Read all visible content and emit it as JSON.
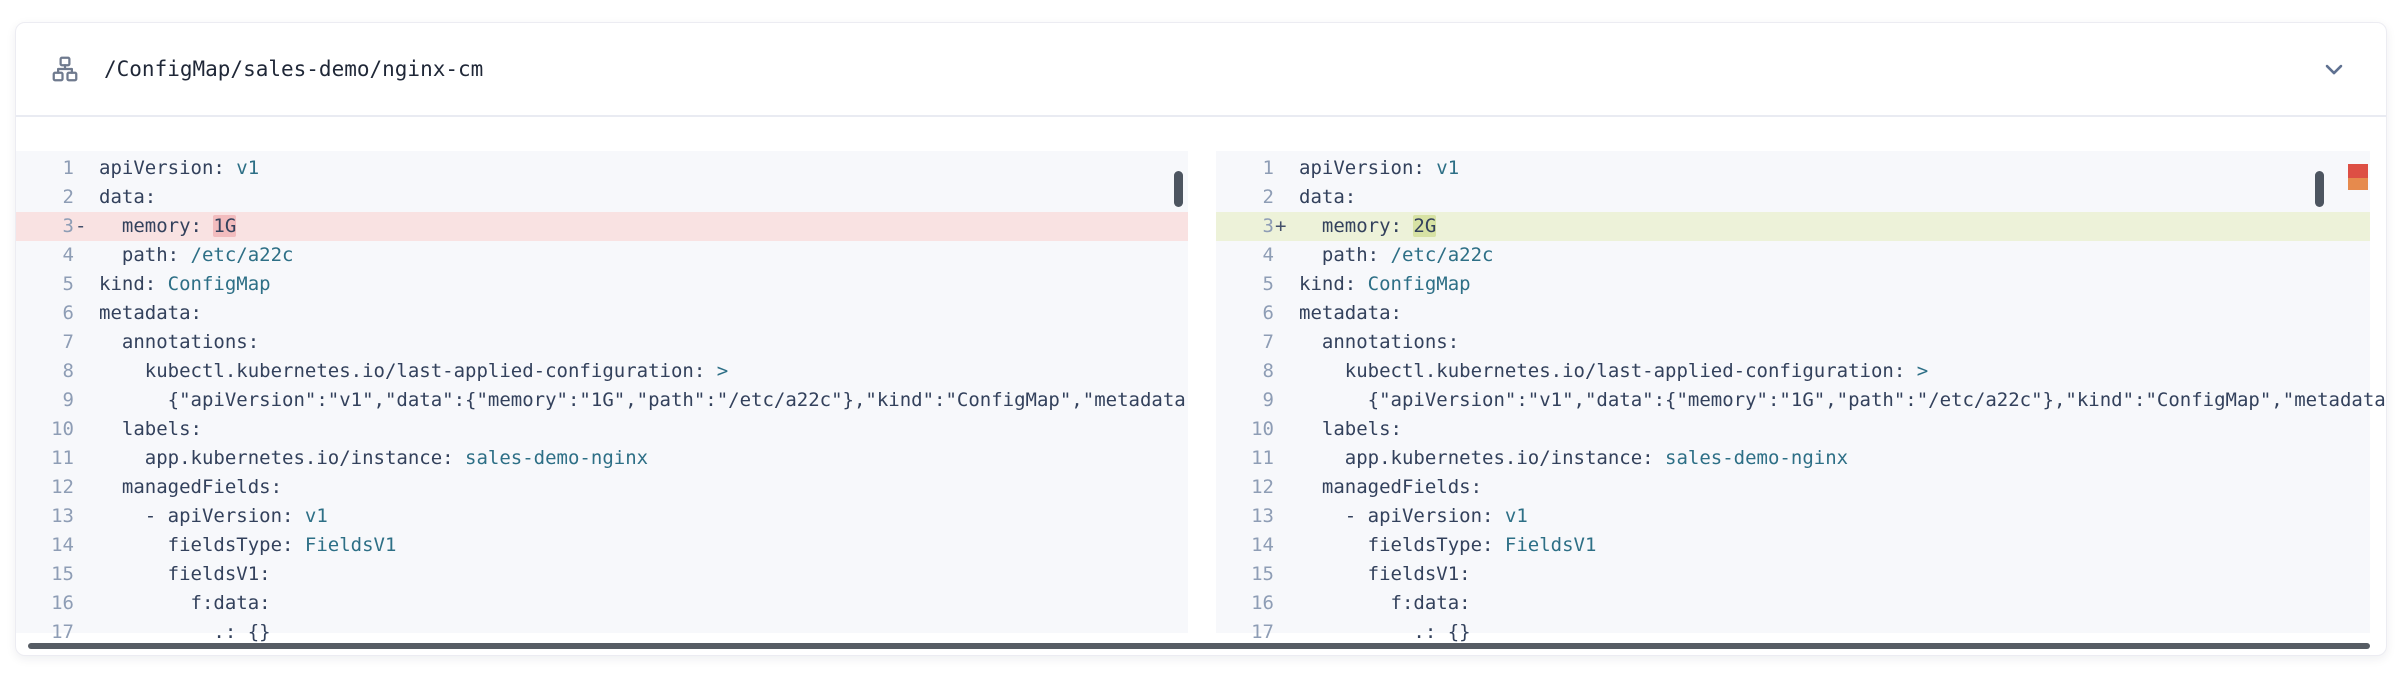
{
  "header": {
    "title": "/ConfigMap/sales-demo/nginx-cm"
  },
  "icons": {
    "resource": "sitemap-icon",
    "collapse": "chevron-down-icon"
  },
  "colors": {
    "deleted_row_bg": "#f9e2e2",
    "deleted_token_bg": "#f2bcbe",
    "added_row_bg": "#edf2d9",
    "added_token_bg": "#d7e2a4",
    "pane_bg": "#f7f8fb",
    "scroll_mark_red": "#dd4f44",
    "scroll_mark_orange": "#e68a4d"
  },
  "diff": {
    "panes": [
      {
        "side": "left",
        "lines": [
          {
            "n": "1",
            "m": "",
            "t": "n",
            "s": [
              [
                "apiVersion: ",
                "k"
              ],
              [
                "v1",
                "v"
              ]
            ]
          },
          {
            "n": "2",
            "m": "",
            "t": "n",
            "s": [
              [
                "data:",
                "k"
              ]
            ]
          },
          {
            "n": "3",
            "m": "-",
            "t": "del",
            "s": [
              [
                "  memory: ",
                "k"
              ],
              [
                "1G",
                "tok"
              ]
            ]
          },
          {
            "n": "4",
            "m": "",
            "t": "n",
            "s": [
              [
                "  path: ",
                "k"
              ],
              [
                "/etc/a22c",
                "v"
              ]
            ]
          },
          {
            "n": "5",
            "m": "",
            "t": "n",
            "s": [
              [
                "kind: ",
                "k"
              ],
              [
                "ConfigMap",
                "v"
              ]
            ]
          },
          {
            "n": "6",
            "m": "",
            "t": "n",
            "s": [
              [
                "metadata:",
                "k"
              ]
            ]
          },
          {
            "n": "7",
            "m": "",
            "t": "n",
            "s": [
              [
                "  annotations:",
                "k"
              ]
            ]
          },
          {
            "n": "8",
            "m": "",
            "t": "n",
            "s": [
              [
                "    kubectl.kubernetes.io/last-applied-configuration: ",
                "k"
              ],
              [
                ">",
                "v"
              ]
            ]
          },
          {
            "n": "9",
            "m": "",
            "t": "n",
            "s": [
              [
                "      {\"apiVersion\":\"v1\",\"data\":{\"memory\":\"1G\",\"path\":\"/etc/a22c\"},\"kind\":\"ConfigMap\",\"metadata",
                "k"
              ]
            ]
          },
          {
            "n": "10",
            "m": "",
            "t": "n",
            "s": [
              [
                "  labels:",
                "k"
              ]
            ]
          },
          {
            "n": "11",
            "m": "",
            "t": "n",
            "s": [
              [
                "    app.kubernetes.io/instance: ",
                "k"
              ],
              [
                "sales-demo-nginx",
                "v"
              ]
            ]
          },
          {
            "n": "12",
            "m": "",
            "t": "n",
            "s": [
              [
                "  managedFields:",
                "k"
              ]
            ]
          },
          {
            "n": "13",
            "m": "",
            "t": "n",
            "s": [
              [
                "    - apiVersion: ",
                "k"
              ],
              [
                "v1",
                "v"
              ]
            ]
          },
          {
            "n": "14",
            "m": "",
            "t": "n",
            "s": [
              [
                "      fieldsType: ",
                "k"
              ],
              [
                "FieldsV1",
                "v"
              ]
            ]
          },
          {
            "n": "15",
            "m": "",
            "t": "n",
            "s": [
              [
                "      fieldsV1:",
                "k"
              ]
            ]
          },
          {
            "n": "16",
            "m": "",
            "t": "n",
            "s": [
              [
                "        f:data:",
                "k"
              ]
            ]
          },
          {
            "n": "17",
            "m": "",
            "t": "n",
            "s": [
              [
                "          .: {}",
                "k"
              ]
            ]
          }
        ]
      },
      {
        "side": "right",
        "lines": [
          {
            "n": "1",
            "m": "",
            "t": "n",
            "s": [
              [
                "apiVersion: ",
                "k"
              ],
              [
                "v1",
                "v"
              ]
            ]
          },
          {
            "n": "2",
            "m": "",
            "t": "n",
            "s": [
              [
                "data:",
                "k"
              ]
            ]
          },
          {
            "n": "3",
            "m": "+",
            "t": "add",
            "s": [
              [
                "  memory: ",
                "k"
              ],
              [
                "2G",
                "tok"
              ]
            ]
          },
          {
            "n": "4",
            "m": "",
            "t": "n",
            "s": [
              [
                "  path: ",
                "k"
              ],
              [
                "/etc/a22c",
                "v"
              ]
            ]
          },
          {
            "n": "5",
            "m": "",
            "t": "n",
            "s": [
              [
                "kind: ",
                "k"
              ],
              [
                "ConfigMap",
                "v"
              ]
            ]
          },
          {
            "n": "6",
            "m": "",
            "t": "n",
            "s": [
              [
                "metadata:",
                "k"
              ]
            ]
          },
          {
            "n": "7",
            "m": "",
            "t": "n",
            "s": [
              [
                "  annotations:",
                "k"
              ]
            ]
          },
          {
            "n": "8",
            "m": "",
            "t": "n",
            "s": [
              [
                "    kubectl.kubernetes.io/last-applied-configuration: ",
                "k"
              ],
              [
                ">",
                "v"
              ]
            ]
          },
          {
            "n": "9",
            "m": "",
            "t": "n",
            "s": [
              [
                "      {\"apiVersion\":\"v1\",\"data\":{\"memory\":\"1G\",\"path\":\"/etc/a22c\"},\"kind\":\"ConfigMap\",\"metadata",
                "k"
              ]
            ]
          },
          {
            "n": "10",
            "m": "",
            "t": "n",
            "s": [
              [
                "  labels:",
                "k"
              ]
            ]
          },
          {
            "n": "11",
            "m": "",
            "t": "n",
            "s": [
              [
                "    app.kubernetes.io/instance: ",
                "k"
              ],
              [
                "sales-demo-nginx",
                "v"
              ]
            ]
          },
          {
            "n": "12",
            "m": "",
            "t": "n",
            "s": [
              [
                "  managedFields:",
                "k"
              ]
            ]
          },
          {
            "n": "13",
            "m": "",
            "t": "n",
            "s": [
              [
                "    - apiVersion: ",
                "k"
              ],
              [
                "v1",
                "v"
              ]
            ]
          },
          {
            "n": "14",
            "m": "",
            "t": "n",
            "s": [
              [
                "      fieldsType: ",
                "k"
              ],
              [
                "FieldsV1",
                "v"
              ]
            ]
          },
          {
            "n": "15",
            "m": "",
            "t": "n",
            "s": [
              [
                "      fieldsV1:",
                "k"
              ]
            ]
          },
          {
            "n": "16",
            "m": "",
            "t": "n",
            "s": [
              [
                "        f:data:",
                "k"
              ]
            ]
          },
          {
            "n": "17",
            "m": "",
            "t": "n",
            "s": [
              [
                "          .: {}",
                "k"
              ]
            ]
          }
        ]
      }
    ]
  }
}
